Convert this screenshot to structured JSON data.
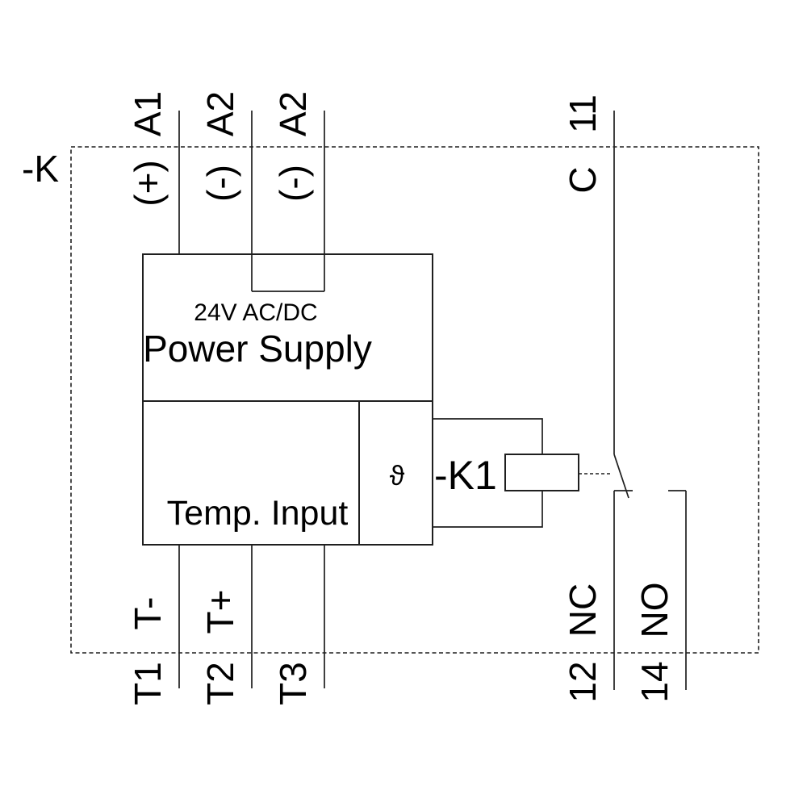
{
  "diagram": {
    "device_label": "-K",
    "relay_coil_label": "-K1",
    "power_supply": {
      "voltage": "24V AC/DC",
      "name": "Power Supply"
    },
    "temp_input": {
      "name": "Temp. Input",
      "sensor_symbol": "ϑ"
    },
    "terminals": {
      "top": [
        {
          "id": "A1",
          "inner": "(+)"
        },
        {
          "id": "A2",
          "inner": "(-)"
        },
        {
          "id": "A2",
          "inner": "(-)"
        },
        {
          "id": "11",
          "inner": "C"
        }
      ],
      "bottom": [
        {
          "id": "T1",
          "inner": "T-"
        },
        {
          "id": "T2",
          "inner": "T+"
        },
        {
          "id": "T3",
          "inner": ""
        },
        {
          "id": "12",
          "inner": "NC"
        },
        {
          "id": "14",
          "inner": "NO"
        }
      ]
    },
    "contact_types": {
      "nc": "NC",
      "no": "NO"
    },
    "colors": {
      "line": "#1f1f1f",
      "text": "#000000",
      "background": "#ffffff"
    }
  }
}
